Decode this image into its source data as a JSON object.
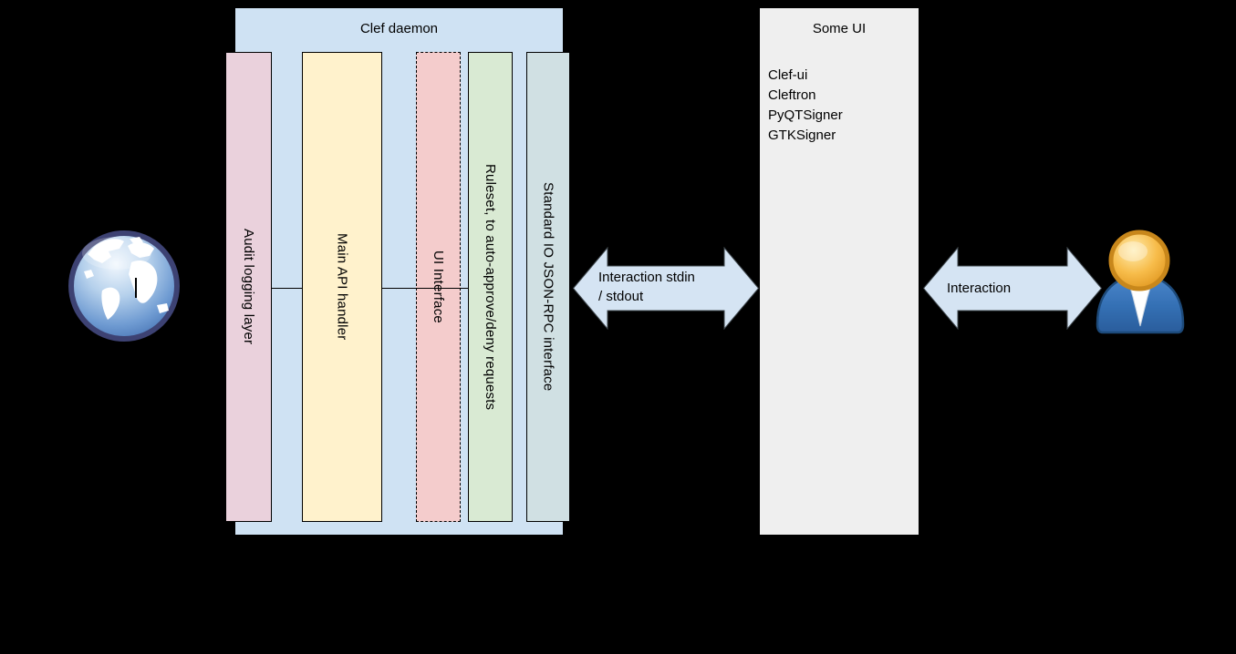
{
  "background": "#000000",
  "daemon": {
    "title": "Clef daemon",
    "fill": "#cfe2f3",
    "layers": [
      {
        "label": "Audit logging layer",
        "fill": "#ead1dc",
        "border_style": "solid"
      },
      {
        "label": "Main API handler",
        "fill": "#fff2cc",
        "border_style": "solid"
      },
      {
        "label": "UI Interface",
        "fill": "#f4cccc",
        "border_style": "dashed"
      },
      {
        "label": "Ruleset, to auto-approve/deny requests",
        "fill": "#d9ead3",
        "border_style": "solid"
      },
      {
        "label": "Standard IO JSON-RPC interface",
        "fill": "#d0e0e3",
        "border_style": "solid"
      }
    ]
  },
  "some_ui": {
    "title": "Some UI",
    "fill": "#efefef",
    "items": [
      "Clef-ui",
      "Cleftron",
      "PyQTSigner",
      "GTKSigner"
    ]
  },
  "arrows": {
    "fill": "#d5e4f3",
    "daemon_to_ui": {
      "line1": "Interaction stdin",
      "line2": "/ stdout"
    },
    "ui_to_user": {
      "line1": "Interaction"
    }
  },
  "icons": {
    "left": "globe",
    "right": "user"
  }
}
